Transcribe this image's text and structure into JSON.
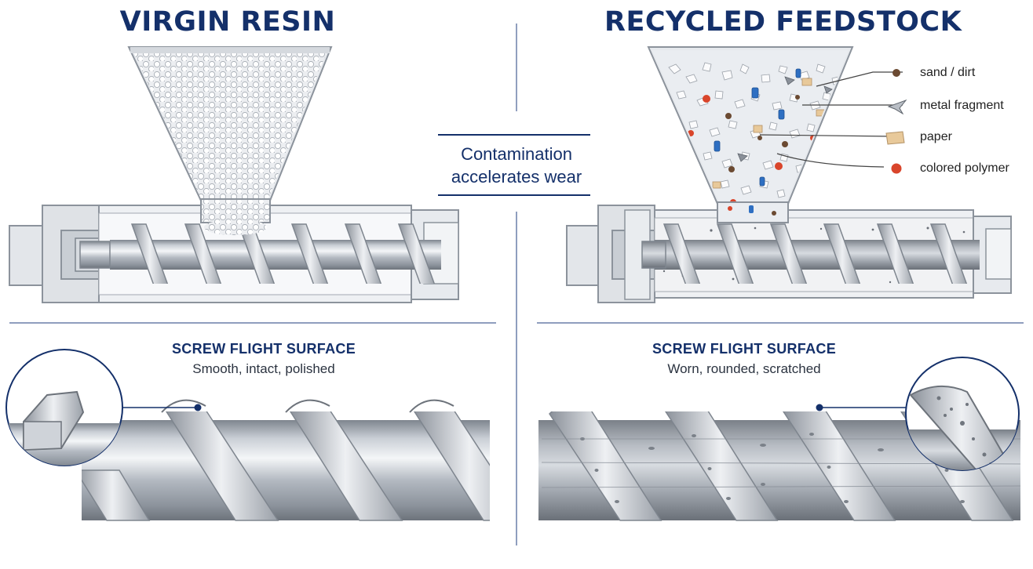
{
  "titles": {
    "left": "VIRGIN RESIN",
    "right": "RECYCLED FEEDSTOCK"
  },
  "center": {
    "line1": "Contamination",
    "line2": "accelerates wear"
  },
  "legend": [
    {
      "icon": "sand-dirt-icon",
      "label": "sand / dirt",
      "color": "#6b4a32"
    },
    {
      "icon": "metal-fragment-icon",
      "label": "metal fragment",
      "color": "#8a9099"
    },
    {
      "icon": "paper-icon",
      "label": "paper",
      "color": "#e8c99a"
    },
    {
      "icon": "colored-polymer-icon",
      "label": "colored polymer",
      "color": "#d9452b"
    }
  ],
  "sections": {
    "left": {
      "title": "SCREW FLIGHT SURFACE",
      "subtitle": "Smooth, intact, polished"
    },
    "right": {
      "title": "SCREW FLIGHT SURFACE",
      "subtitle": "Worn, rounded, scratched"
    }
  },
  "colors": {
    "title": "#14306a",
    "steel": "#b8bec6",
    "frame": "#8c939c",
    "divider": "#6a7fa8"
  }
}
